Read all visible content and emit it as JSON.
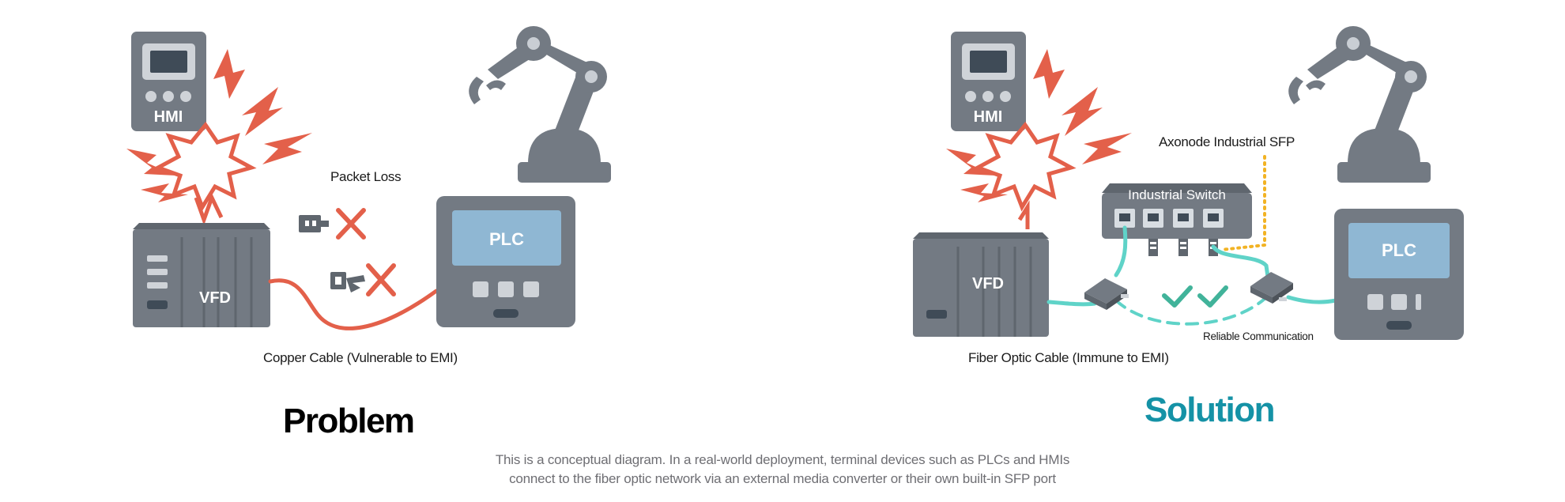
{
  "colors": {
    "device": "#737a83",
    "device_dark": "#5f666e",
    "screen": "#8fb7d3",
    "hmi_screen": "#3f4b57",
    "emi": "#e3604a",
    "fiber": "#5fd3c8",
    "sfp_link": "#f2b324",
    "solution": "#1592a6",
    "check": "#41b39a"
  },
  "problem": {
    "heading": "Problem",
    "hmi_label": "HMI",
    "vfd_label": "VFD",
    "plc_label": "PLC",
    "packet_loss": "Packet Loss",
    "cable_caption": "Copper Cable (Vulnerable to EMI)"
  },
  "solution": {
    "heading": "Solution",
    "hmi_label": "HMI",
    "vfd_label": "VFD",
    "plc_label": "PLC",
    "switch_label": "Industrial Switch",
    "sfp_label": "Axonode Industrial SFP",
    "reliable": "Reliable Communication",
    "cable_caption": "Fiber Optic Cable (Immune to EMI)"
  },
  "footnote": {
    "line1": "This is a conceptual diagram. In a real-world deployment, terminal devices such as PLCs and HMIs",
    "line2": "connect to the fiber optic network via an external media converter or their own built-in SFP port"
  }
}
